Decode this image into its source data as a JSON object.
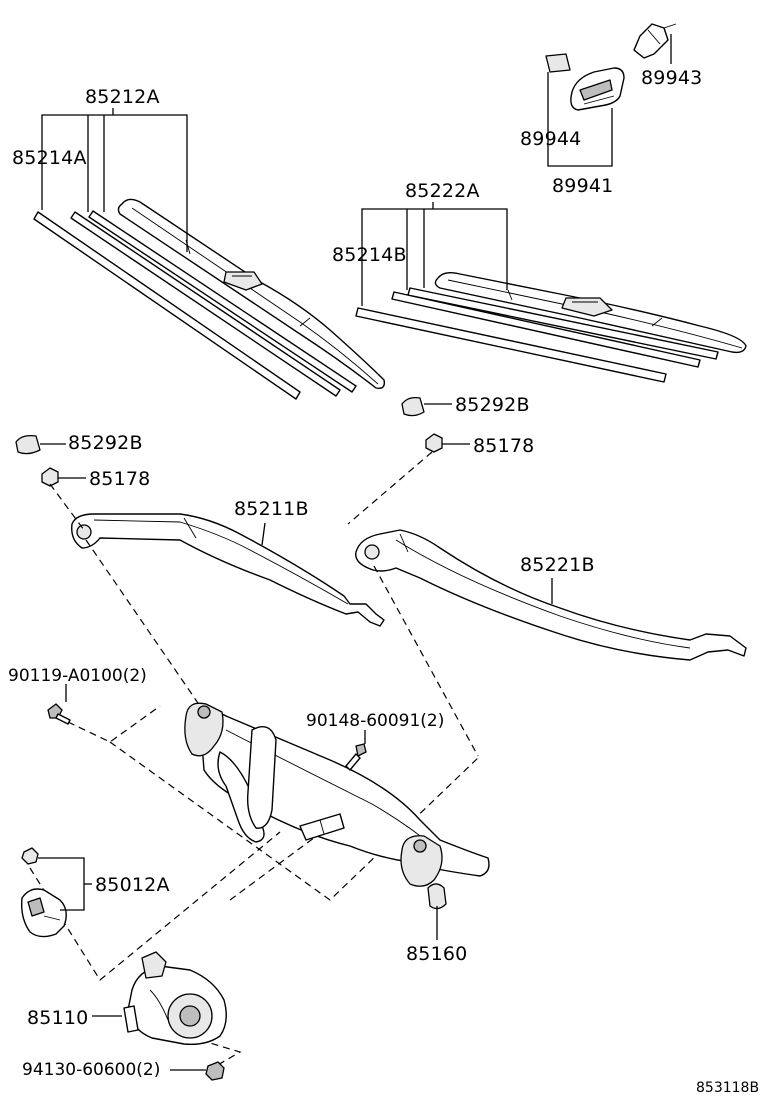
{
  "labels": {
    "p85212A": "85212A",
    "p85214A": "85214A",
    "p85222A": "85222A",
    "p85214B": "85214B",
    "p89943": "89943",
    "p89944": "89944",
    "p89941": "89941",
    "p85292B_r": "85292B",
    "p85292B_l": "85292B",
    "p85178_r": "85178",
    "p85178_l": "85178",
    "p85211B": "85211B",
    "p85221B": "85221B",
    "p90119": "90119-A0100(2)",
    "p90148": "90148-60091(2)",
    "p85012A": "85012A",
    "p85160": "85160",
    "p85110": "85110",
    "p94130": "94130-60600(2)",
    "diagram_id": "853118B"
  }
}
